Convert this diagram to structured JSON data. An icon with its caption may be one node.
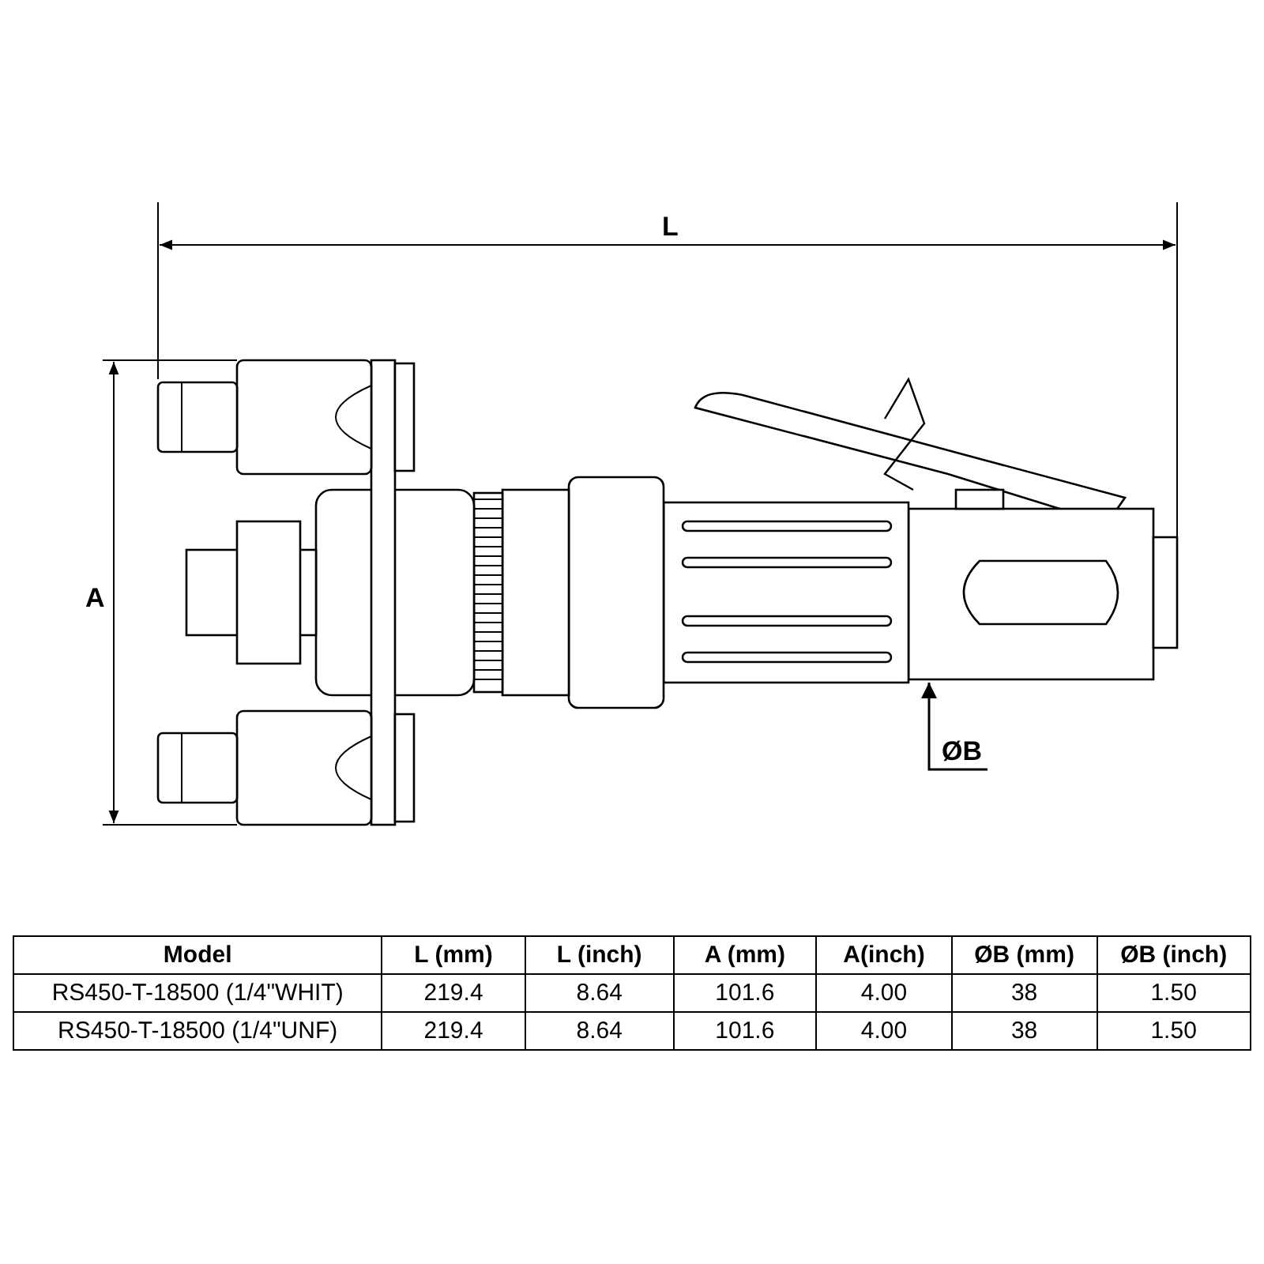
{
  "diagram": {
    "labels": [
      "L",
      "A",
      "ØB",
      "Model",
      "L  (mm)",
      "L  (inch)",
      "A (mm)",
      "A(inch)",
      "ØB (mm)",
      "ØB (inch)",
      "RS450-T-18500 (1/4\"WHIT)",
      "219.4",
      "8.64",
      "101.6",
      "4.00",
      "38",
      "1.50",
      "RS450-T-18500 (1/4\"UNF)",
      "219.4",
      "8.64",
      "101.6",
      "4.00",
      "38",
      "1.50"
    ]
  }
}
